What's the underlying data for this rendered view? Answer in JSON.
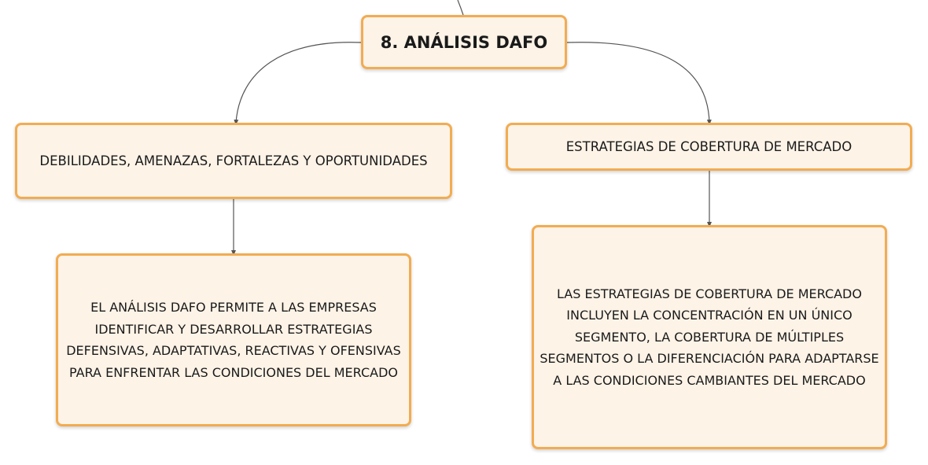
{
  "diagram": {
    "root": {
      "label": "8. ANÁLISIS DAFO"
    },
    "branches": [
      {
        "label": "DEBILIDADES, AMENAZAS, FORTALEZAS Y OPORTUNIDADES",
        "detail": "EL ANÁLISIS DAFO PERMITE A LAS EMPRESAS IDENTIFICAR Y DESARROLLAR ESTRATEGIAS DEFENSIVAS, ADAPTATIVAS, REACTIVAS Y OFENSIVAS PARA ENFRENTAR LAS CONDICIONES DEL MERCADO"
      },
      {
        "label": "ESTRATEGIAS DE COBERTURA DE MERCADO",
        "detail": "LAS ESTRATEGIAS DE COBERTURA DE MERCADO INCLUYEN LA CONCENTRACIÓN EN UN ÚNICO SEGMENTO, LA COBERTURA DE MÚLTIPLES SEGMENTOS O LA DIFERENCIACIÓN PARA ADAPTARSE A LAS CONDICIONES CAMBIANTES DEL MERCADO"
      }
    ],
    "colors": {
      "node_fill": "#fdf3e7",
      "node_border": "#f2ac52",
      "connector": "#555555",
      "text": "#1a1a1a"
    }
  }
}
